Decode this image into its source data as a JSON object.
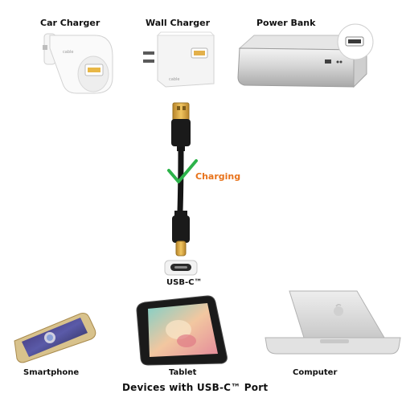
{
  "sources": {
    "car_charger": "Car Charger",
    "wall_charger": "Wall Charger",
    "power_bank": "Power Bank"
  },
  "cable": {
    "status": "Charging",
    "port_label": "USB-C™"
  },
  "devices": {
    "smartphone": "Smartphone",
    "tablet": "Tablet",
    "computer": "Computer",
    "caption": "Devices  with USB-C™ Port"
  },
  "colors": {
    "check_green": "#2db34a",
    "charging_orange": "#e8731b",
    "cable_black": "#151515",
    "connector_gold": "#d7a33a"
  },
  "icons": {
    "car_charger": "car-charger-icon",
    "wall_charger": "wall-charger-icon",
    "power_bank": "power-bank-icon",
    "cable": "usb-cable-icon",
    "checkmark": "checkmark-icon",
    "usbc_port": "usb-c-port-icon",
    "smartphone": "smartphone-icon",
    "tablet": "tablet-icon",
    "laptop": "laptop-icon"
  }
}
